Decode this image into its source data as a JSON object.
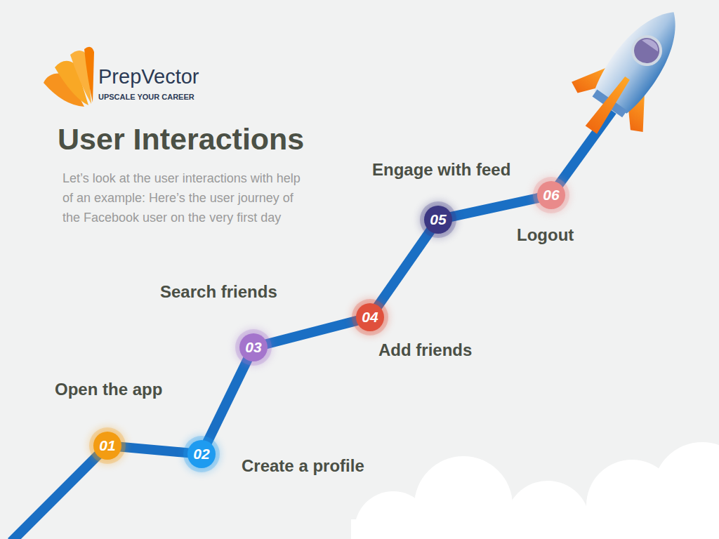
{
  "diagram": {
    "title": "User Interactions",
    "caption": "Let’s look at the user interactions with help of an example: Here’s the user journey of the Facebook user on the very first day",
    "nodes": [
      {
        "text": [
          "01",
          "Open the app"
        ]
      },
      {
        "text": [
          "02",
          "Create a profile"
        ]
      },
      {
        "text": [
          "03",
          "Search friends"
        ]
      },
      {
        "text": [
          "04",
          "Add friends"
        ]
      },
      {
        "text": [
          "05",
          "Engage with feed"
        ]
      },
      {
        "text": [
          "06",
          "Logout"
        ]
      }
    ],
    "edges": [
      {
        "from": 0,
        "to": 1,
        "arrow": "none"
      },
      {
        "from": 1,
        "to": 2,
        "arrow": "none"
      },
      {
        "from": 2,
        "to": 3,
        "arrow": "none"
      },
      {
        "from": 3,
        "to": 4,
        "arrow": "none"
      },
      {
        "from": 4,
        "to": 5,
        "arrow": "none"
      }
    ],
    "labels": [
      "PrepVector",
      "UPSCALE YOUR CAREER"
    ]
  }
}
